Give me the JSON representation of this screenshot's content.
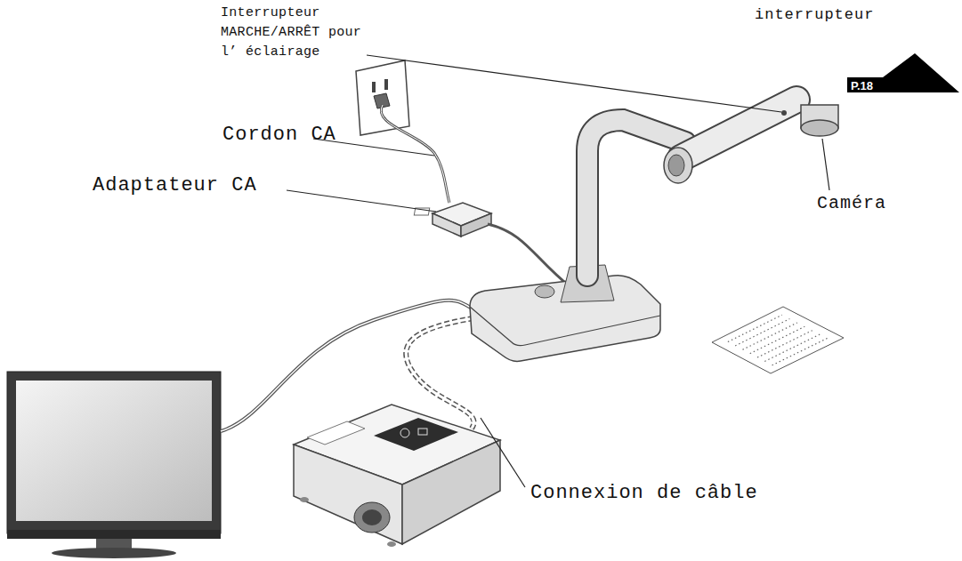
{
  "diagram": {
    "nodes": [
      {
        "text": [
          "P.18"
        ]
      }
    ],
    "labels": [
      "Interrupteur MARCHE/ARRÊT pour l’ éclairage",
      "interrupteur",
      "Cordon CA",
      "Adaptateur CA",
      "Caméra",
      "Connexion de câble"
    ]
  }
}
